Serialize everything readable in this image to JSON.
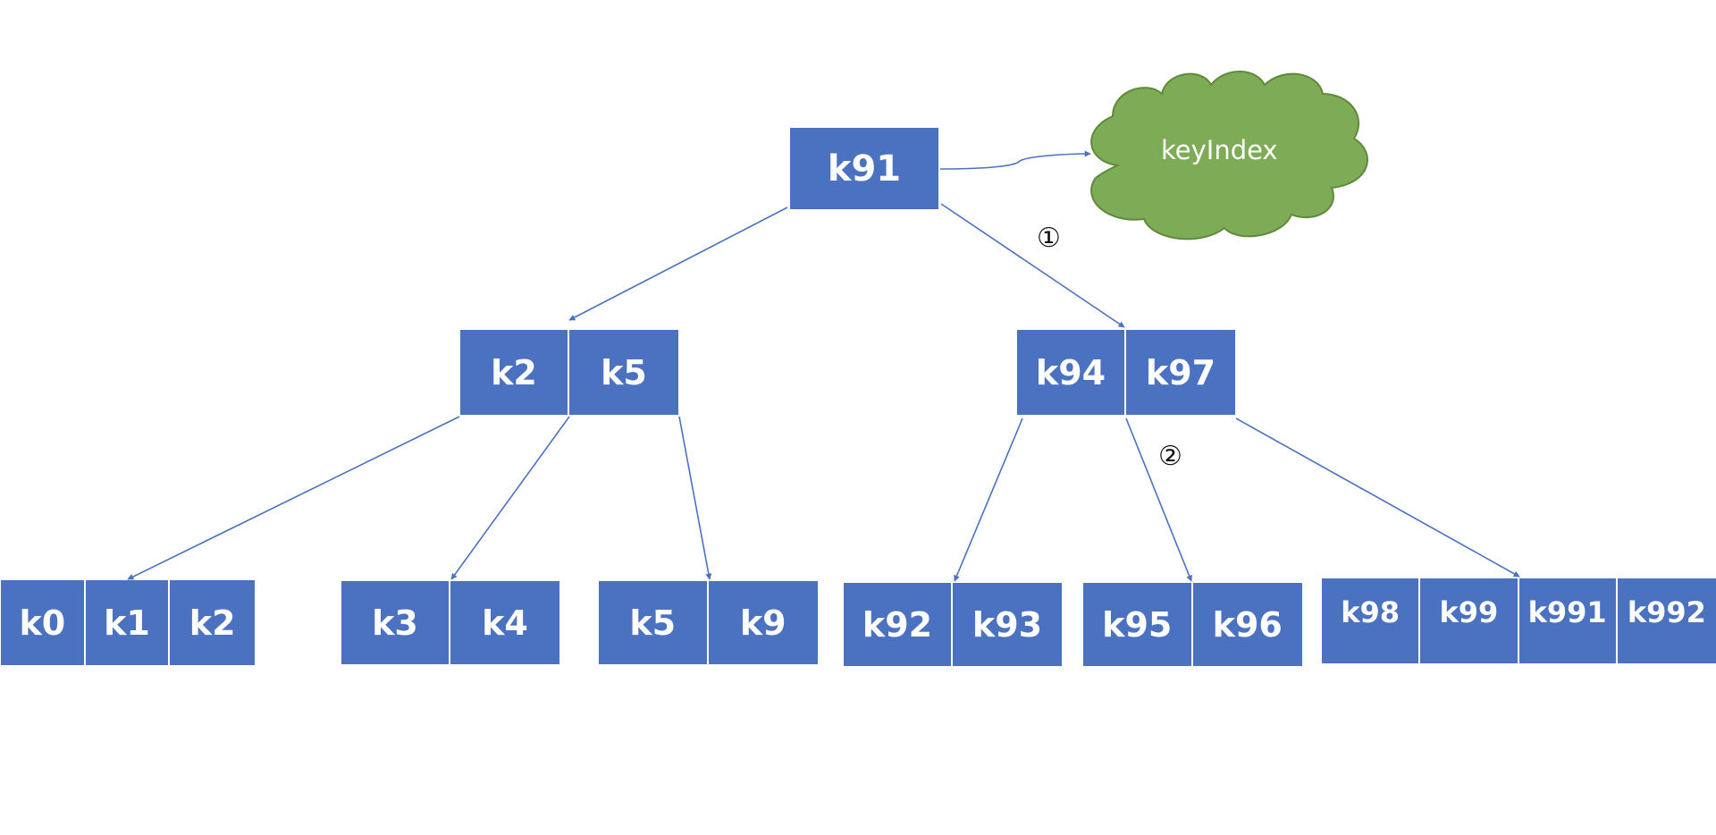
{
  "tree": {
    "root": {
      "keys": [
        "k91"
      ]
    },
    "internal": [
      {
        "keys": [
          "k2",
          "k5"
        ]
      },
      {
        "keys": [
          "k94",
          "k97"
        ]
      }
    ],
    "leaves": [
      {
        "keys": [
          "k0",
          "k1",
          "k2"
        ]
      },
      {
        "keys": [
          "k3",
          "k4"
        ]
      },
      {
        "keys": [
          "k5",
          "k9"
        ]
      },
      {
        "keys": [
          "k92",
          "k93"
        ]
      },
      {
        "keys": [
          "k95",
          "k96"
        ]
      },
      {
        "keys": [
          "k98",
          "k99",
          "k991",
          "k992"
        ]
      }
    ]
  },
  "cloud": {
    "label": "keyIndex",
    "fill": "#7eab55",
    "stroke": "#5f8a3c"
  },
  "step_markers": [
    "①",
    "②"
  ],
  "colors": {
    "node_fill": "#4a72c0",
    "edge": "#4a72c0"
  }
}
